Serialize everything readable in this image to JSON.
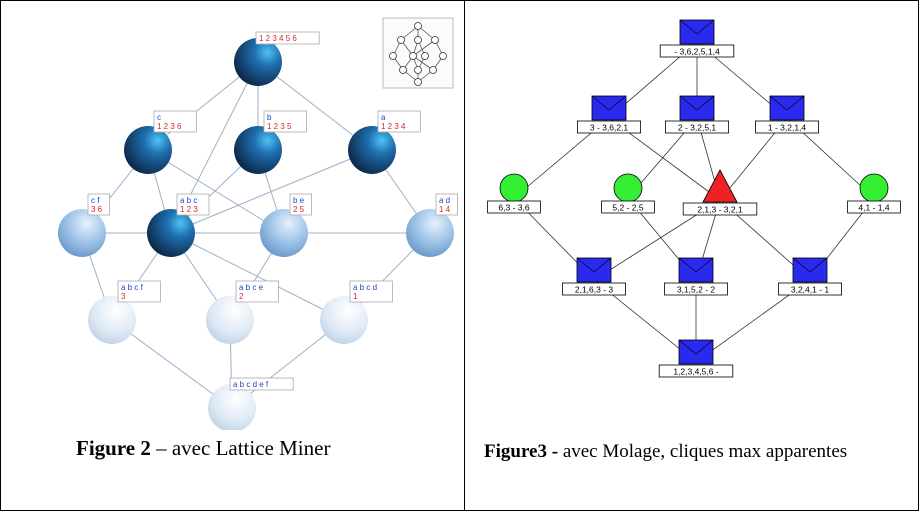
{
  "left_figure": {
    "caption_bold": "Figure 2",
    "caption_rest": " – avec Lattice Miner",
    "nodes": [
      {
        "id": "top",
        "labels": [
          "1 2 3 4 5 6"
        ],
        "colors": [
          "red"
        ],
        "tone": "dark"
      },
      {
        "id": "c",
        "labels": [
          "c",
          "1 2 3 6"
        ],
        "colors": [
          "blue",
          "red"
        ],
        "tone": "dark"
      },
      {
        "id": "b",
        "labels": [
          "b",
          "1 2 3 5"
        ],
        "colors": [
          "blue",
          "red"
        ],
        "tone": "dark"
      },
      {
        "id": "a",
        "labels": [
          "a",
          "1 2 3 4"
        ],
        "colors": [
          "blue",
          "red"
        ],
        "tone": "dark"
      },
      {
        "id": "cf",
        "labels": [
          "c f",
          "3 6"
        ],
        "colors": [
          "blue",
          "red"
        ],
        "tone": "light"
      },
      {
        "id": "abc",
        "labels": [
          "a b c",
          "1 2 3"
        ],
        "colors": [
          "blue",
          "red"
        ],
        "tone": "dark"
      },
      {
        "id": "be",
        "labels": [
          "b e",
          "2 5"
        ],
        "colors": [
          "blue",
          "red"
        ],
        "tone": "light"
      },
      {
        "id": "ad",
        "labels": [
          "a d",
          "1 4"
        ],
        "colors": [
          "blue",
          "red"
        ],
        "tone": "light"
      },
      {
        "id": "abcf",
        "labels": [
          "a b c f",
          "3"
        ],
        "colors": [
          "blue",
          "red"
        ],
        "tone": "pale"
      },
      {
        "id": "abce",
        "labels": [
          "a b c e",
          "2"
        ],
        "colors": [
          "blue",
          "red"
        ],
        "tone": "pale"
      },
      {
        "id": "abcd",
        "labels": [
          "a b c d",
          "1"
        ],
        "colors": [
          "blue",
          "red"
        ],
        "tone": "pale"
      },
      {
        "id": "bottom",
        "labels": [
          "a b c d e f"
        ],
        "colors": [
          "blue"
        ],
        "tone": "pale"
      }
    ]
  },
  "right_figure": {
    "caption_bold": "Figure3 -",
    "caption_rest": " avec Molage, cliques max apparentes",
    "nodes": [
      {
        "id": "r_top",
        "shape": "square",
        "label": "- 3,6,2,5,1,4"
      },
      {
        "id": "r_3",
        "shape": "square",
        "label": "3 - 3,6,2,1"
      },
      {
        "id": "r_2",
        "shape": "square",
        "label": "2 - 3,2,5,1"
      },
      {
        "id": "r_1",
        "shape": "square",
        "label": "1 - 3,2,1,4"
      },
      {
        "id": "r_63",
        "shape": "circle",
        "label": "6,3 - 3,6"
      },
      {
        "id": "r_52",
        "shape": "circle",
        "label": "5,2 - 2,5"
      },
      {
        "id": "r_213",
        "shape": "triangle",
        "label": "2,1,3 - 3,2,1"
      },
      {
        "id": "r_41",
        "shape": "circle",
        "label": "4,1 - 1,4"
      },
      {
        "id": "r_2163",
        "shape": "square",
        "label": "2,1,6,3 - 3"
      },
      {
        "id": "r_3152",
        "shape": "square",
        "label": "3,1,5,2 - 2"
      },
      {
        "id": "r_3241",
        "shape": "square",
        "label": "3,2,4,1 - 1"
      },
      {
        "id": "r_bottom",
        "shape": "square",
        "label": "1,2,3,4,5,6 -"
      }
    ]
  },
  "colors": {
    "dark_ball": "#1a4a80",
    "light_ball": "#9ec3e8",
    "pale_ball": "#dde9f5",
    "square": "#2a2aee",
    "circle": "#33ee33",
    "triangle": "#ee2222",
    "edge_left": "#9fb0c8",
    "label_blue": "#2244cc",
    "label_red": "#dd2222"
  }
}
